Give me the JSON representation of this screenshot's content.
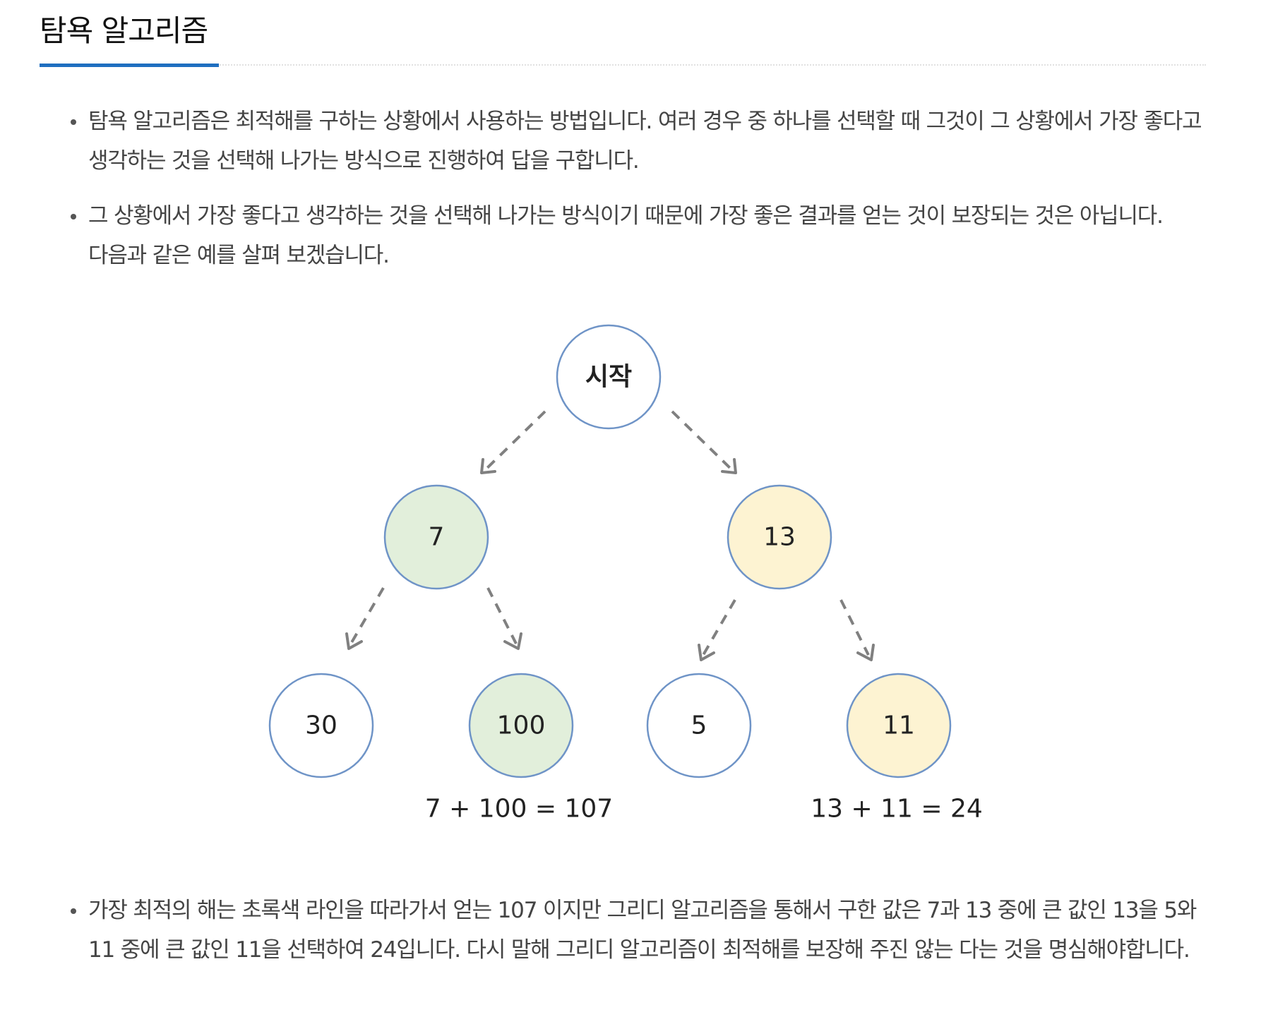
{
  "heading": "탐욕 알고리즘",
  "paragraphs": [
    "탐욕 알고리즘은 최적해를 구하는 상황에서 사용하는 방법입니다. 여러 경우 중 하나를 선택할 때 그것이 그 상황에서 가장 좋다고 생각하는 것을 선택해 나가는 방식으로 진행하여 답을 구합니다.",
    "그 상황에서 가장 좋다고 생각하는 것을 선택해 나가는 방식이기 때문에 가장 좋은 결과를 얻는 것이 보장되는 것은 아닙니다. 다음과 같은 예를 살펴 보겠습니다.",
    "가장 최적의 해는 초록색 라인을 따라가서 얻는 107 이지만 그리디 알고리즘을 통해서 구한 값은 7과 13 중에 큰 값인 13을 5와 11 중에 큰 값인 11을 선택하여 24입니다. 다시 말해 그리디 알고리즘이 최적해를 보장해 주진 않는 다는 것을 명심해야합니다."
  ],
  "diagram": {
    "nodes": {
      "root": "시작",
      "left": "7",
      "right": "13",
      "left_left": "30",
      "left_right": "100",
      "right_left": "5",
      "right_right": "11"
    },
    "sums": {
      "optimal": "7 + 100 = 107",
      "greedy": "13 + 11 = 24"
    },
    "colors": {
      "optimal_path_fill": "#e2efdb",
      "greedy_path_fill": "#fdf3d2",
      "default_fill": "#ffffff",
      "node_stroke": "#6f94c7",
      "edge": "#808080"
    }
  },
  "accent_color": "#1f6fc0"
}
